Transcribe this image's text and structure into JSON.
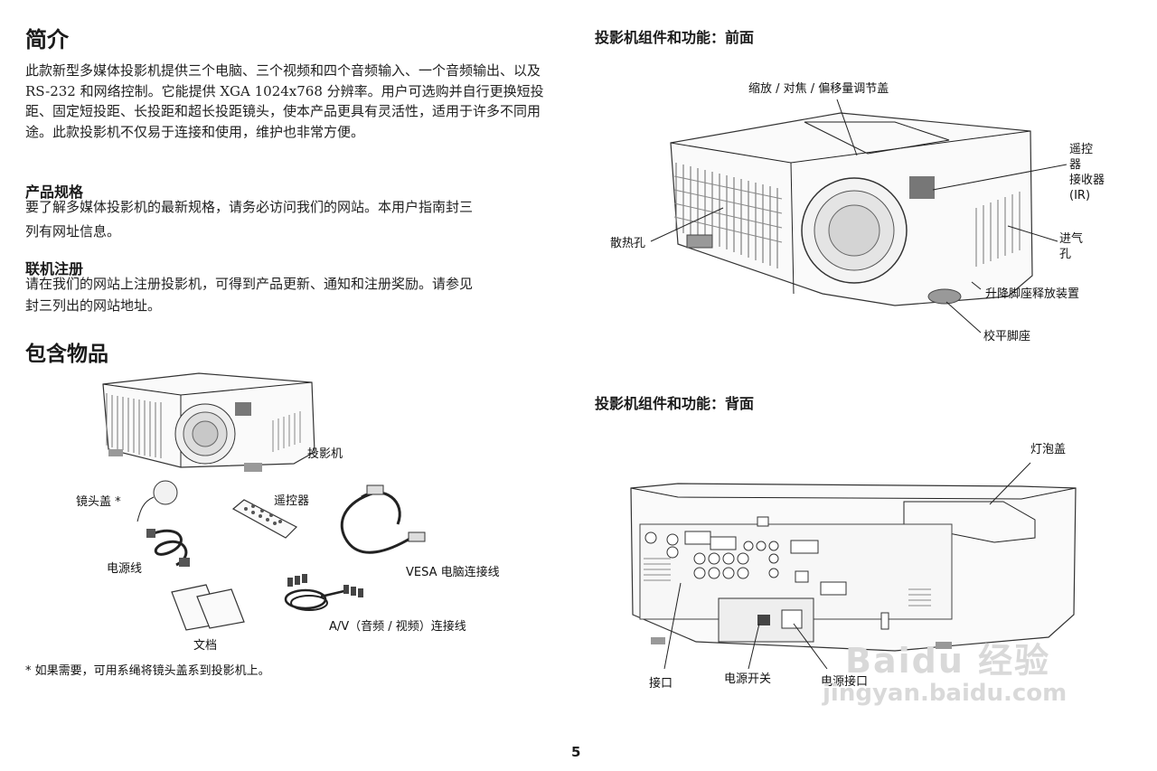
{
  "left": {
    "intro": {
      "title": "简介",
      "paragraph": "此款新型多媒体投影机提供三个电脑、三个视频和四个音频输入、一个音频输出、以及 RS-232 和网络控制。它能提供 XGA 1024x768 分辨率。用户可选购并自行更换短投距、固定短投距、长投距和超长投距镜头，使本产品更具有灵活性，适用于许多不同用途。此款投影机不仅易于连接和使用，维护也非常方便。"
    },
    "specs": {
      "title": "产品规格",
      "line1": "要了解多媒体投影机的最新规格，请务必访问我们的网站。本用户指南封三",
      "line2": "列有网址信息。"
    },
    "register": {
      "title": "联机注册",
      "line1": "请在我们的网站上注册投影机，可得到产品更新、通知和注册奖励。请参见",
      "line2": "封三列出的网站地址。"
    },
    "included": {
      "title": "包含物品",
      "labels": {
        "projector": "投影机",
        "lens_cap": "镜头盖 *",
        "remote": "遥控器",
        "power_cord": "电源线",
        "vesa_cable": "VESA 电脑连接线",
        "documents": "文档",
        "av_cable": "A/V（音频 / 视频）连接线"
      },
      "footnote": "* 如果需要，可用系绳将镜头盖系到投影机上。"
    }
  },
  "right": {
    "front": {
      "title": "投影机组件和功能：前面",
      "labels": {
        "zoom_cover": "缩放 / 对焦 / 偏移量调节盖",
        "ir_line1": "遥控",
        "ir_line2": "器",
        "ir_line3": "接收器",
        "ir_line4": "(IR)",
        "vents": "散热孔",
        "intake_line1": "进气",
        "intake_line2": "孔",
        "elevator": "升降脚座释放装置",
        "leveling": "校平脚座"
      }
    },
    "back": {
      "title": "投影机组件和功能：背面",
      "labels": {
        "lamp_cover": "灯泡盖",
        "ports": "接口",
        "power_switch": "电源开关",
        "power_port": "电源接口"
      }
    }
  },
  "page_number": "5",
  "watermark": {
    "brand": "Baidu 经验",
    "url": "jingyan.baidu.com"
  }
}
